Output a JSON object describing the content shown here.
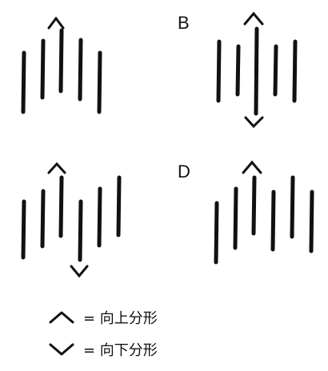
{
  "labels": {
    "b": "B",
    "d": "D"
  },
  "legend": {
    "up": {
      "symbol": "chevron-up",
      "text": "= 向上分形"
    },
    "down": {
      "symbol": "chevron-down",
      "text": "= 向下分形"
    }
  },
  "stroke_color": "#111111"
}
